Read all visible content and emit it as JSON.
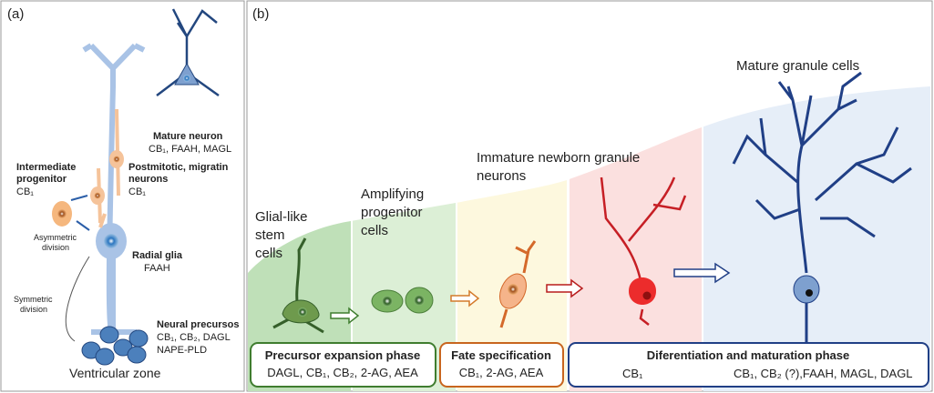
{
  "panel_a": {
    "label": "(a)",
    "mature_neuron": {
      "title": "Mature neuron",
      "markers": "CB₁, FAAH, MAGL"
    },
    "postmitotic": {
      "title_line1": "Postmitotic, migratin",
      "title_line2": "neurons",
      "markers": "CB₁"
    },
    "intermediate": {
      "title_line1": "Intermediate",
      "title_line2": "progenitor",
      "markers": "CB₁"
    },
    "asymmetric": {
      "line1": "Asymmetric",
      "line2": "division"
    },
    "radial_glia": {
      "title": "Radial glia",
      "markers": "FAAH"
    },
    "symmetric": {
      "line1": "Symmetric",
      "line2": "division"
    },
    "neural_precursors": {
      "title": "Neural precursos",
      "markers_line1": "CB₁, CB₂, DAGL",
      "markers_line2": "NAPE-PLD"
    },
    "zone": "Ventricular zone"
  },
  "panel_b": {
    "label": "(b)",
    "stages": {
      "glial": [
        "Glial-like",
        "stem",
        "cells"
      ],
      "amplifying": [
        "Amplifying",
        "progenitor",
        "cells"
      ],
      "immature": [
        "Immature newborn granule",
        "neurons"
      ],
      "mature": "Mature granule cells"
    },
    "phases": {
      "expansion": {
        "title": "Precursor expansion phase",
        "markers": "DAGL, CB₁, CB₂, 2-AG, AEA"
      },
      "fate": {
        "title": "Fate specification",
        "markers": "CB₁, 2-AG, AEA"
      },
      "maturation": {
        "title": "Diferentiation and maturation phase",
        "markers_left": "CB₁",
        "markers_right": "CB₁, CB₂ (?),FAAH, MAGL, DAGL"
      }
    },
    "colors": {
      "green_dark": "#bfe0b8",
      "green_light": "#dcefd6",
      "yellow": "#fdf8de",
      "pink": "#fbe0df",
      "blue": "#e6eef8",
      "green_border": "#3f7d2f",
      "orange_border": "#c8651e",
      "navy_border": "#203f86"
    }
  }
}
